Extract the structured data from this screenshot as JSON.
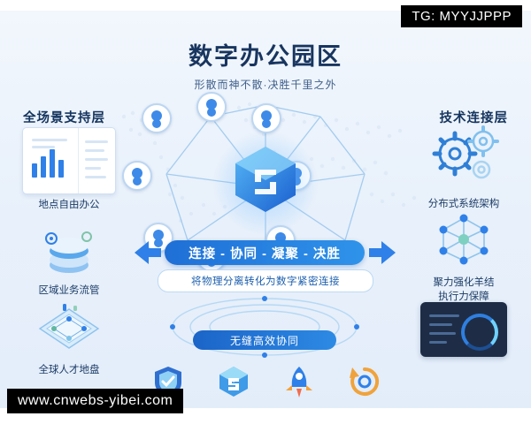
{
  "watermarks": {
    "tg": "TG: MYYJJPPP",
    "site": "www.cnwebs-yibei.com"
  },
  "poster": {
    "title": "数字办公园区",
    "subtitle": "形散而神不散·决胜千里之外",
    "left_section_title": "全场景支持层",
    "right_section_title": "技术连接层",
    "banner_main": "连接 - 协同 - 凝聚 - 决胜",
    "banner_sub": "将物理分离转化为数字紧密连接",
    "banner_bottom": "无缝高效协同",
    "left_features": [
      {
        "caption": "地点自由办公",
        "icon": "dashboard-card-icon"
      },
      {
        "caption": "区域业务流管",
        "icon": "layers-icon"
      },
      {
        "caption": "全球人才地盘",
        "icon": "globe-grid-icon"
      }
    ],
    "right_features": [
      {
        "caption": "分布式系统架构",
        "caption2": "",
        "icon": "gears-icon"
      },
      {
        "caption": "聚力强化羊结",
        "caption2": "执行力保障",
        "icon": "molecule-icon"
      },
      {
        "caption": "",
        "caption2": "",
        "icon": "dark-dashboard-icon"
      }
    ],
    "bottom_icons": [
      "shield-icon",
      "cube-icon",
      "rocket-icon",
      "refresh-cycle-icon"
    ],
    "core_icon": "cube-network-core-icon",
    "colors": {
      "accent_blue": "#2f80e8",
      "deep_blue": "#18355f",
      "banner_gradient_start": "#1f6fd6",
      "banner_gradient_end": "#2f93ea",
      "background": "#e9f1fb"
    }
  }
}
